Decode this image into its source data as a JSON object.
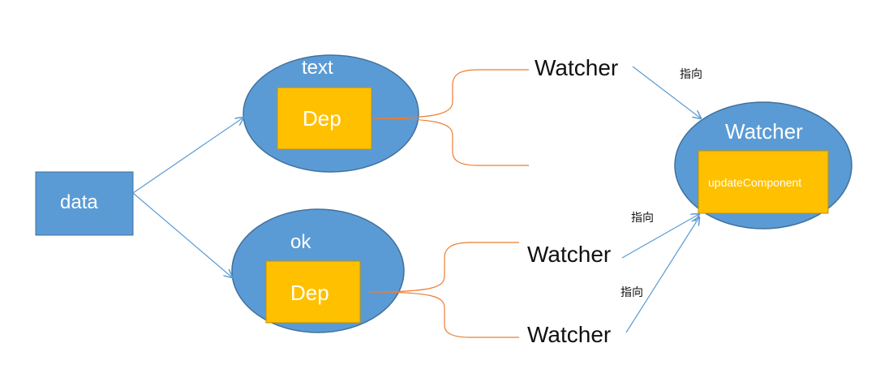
{
  "nodes": {
    "data": "data",
    "text_node": "text",
    "text_dep": "Dep",
    "ok_node": "ok",
    "ok_dep": "Dep",
    "watcher_top": "Watcher",
    "watcher_mid": "Watcher",
    "watcher_bottom": "Watcher",
    "render_watcher": "Watcher",
    "update_component": "updateComponent"
  },
  "edge_labels": {
    "points_to_1": "指向",
    "points_to_2": "指向",
    "points_to_3": "指向"
  },
  "colors": {
    "blue_fill": "#5B9BD5",
    "blue_stroke": "#41719C",
    "yellow_fill": "#FFC000",
    "yellow_stroke": "#BF9000",
    "orange_line": "#ED7D31",
    "arrow_blue": "#5B9BD5"
  }
}
